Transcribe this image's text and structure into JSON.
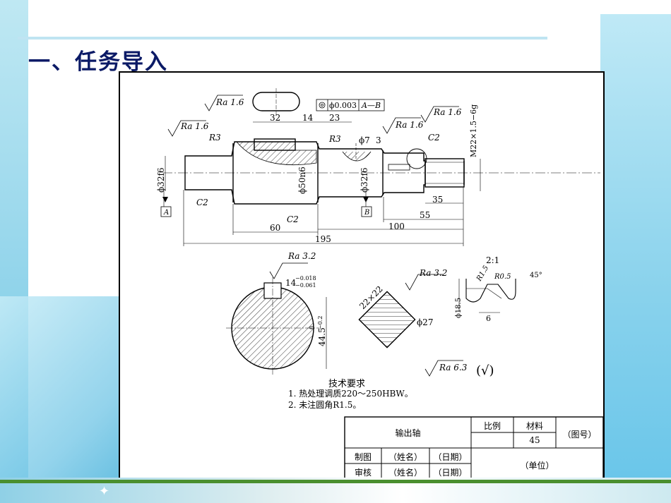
{
  "slide": {
    "title": "一、任务导入"
  },
  "drawing": {
    "dims": {
      "ra16_top": "Ra 1.6",
      "ra16_left": "Ra 1.6",
      "ra16_mid": "Ra 1.6",
      "ra16_right": "Ra 1.6",
      "r3_left": "R3",
      "r3_mid": "R3",
      "c2_left": "C2",
      "c2_mid": "C2",
      "c2_right": "C2",
      "d32": "32",
      "d14": "14",
      "d23": "23",
      "phi7": "ϕ7",
      "depth3": "3",
      "phi32f6": "ϕ32f6",
      "phi50n6": "ϕ50n6",
      "phi32f6b": "ϕ32f6",
      "thread": "M22×1.5−6g",
      "d35": "35",
      "d55": "55",
      "d60": "60",
      "d100": "100",
      "d195": "195",
      "datum_a": "A",
      "datum_b": "B",
      "tol_value": "ϕ0.003",
      "tol_datum": "A—B",
      "ra32_a": "Ra 3.2",
      "key14": "14",
      "key14_tol_up": "−0.018",
      "key14_tol_lo": "−0.061",
      "d445": "44.5",
      "d445_tol_up": "0",
      "d445_tol_lo": "−0.2",
      "ra32_b": "Ra 3.2",
      "sq22": "22×22",
      "phi27": "ϕ27",
      "scale21": "2:1",
      "r15": "R1.5",
      "r05": "R0.5",
      "angle45": "45°",
      "phi185": "ϕ18.5",
      "d6": "6",
      "ra63": "Ra 6.3",
      "check": "(√)"
    },
    "tech_requirements": {
      "title": "技术要求",
      "line1": "1. 热处理调质220～250HBW。",
      "line2": "2. 未注圆角R1.5。"
    },
    "title_block": {
      "part_name": "输出轴",
      "scale_label": "比例",
      "material_label": "材料",
      "material_value": "45",
      "drawing_no": "（图号）",
      "drawn_label": "制图",
      "checked_label": "审核",
      "name_ph": "（姓名）",
      "date_ph": "（日期）",
      "unit": "（单位）"
    }
  }
}
